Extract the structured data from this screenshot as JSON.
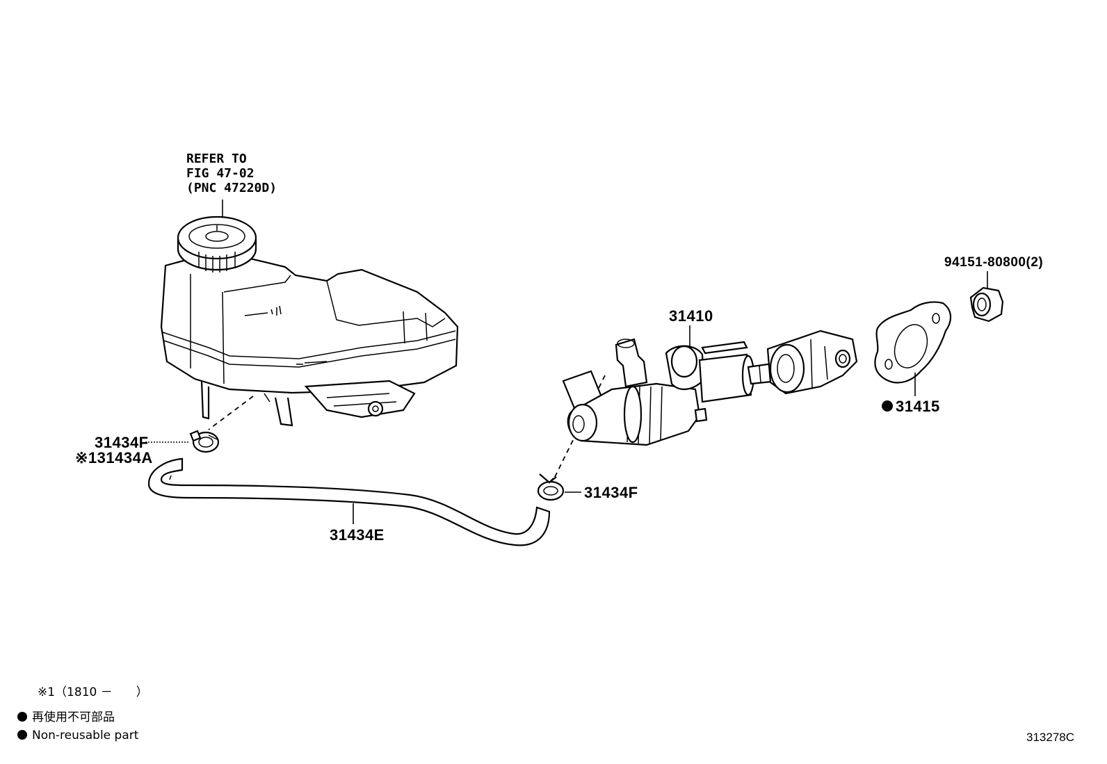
{
  "refer_note": {
    "line1": "REFER TO",
    "line2": "FIG 47-02",
    "line3": "(PNC 47220D)"
  },
  "part_labels": {
    "master_cylinder": "31410",
    "gasket": "31415",
    "nut": "94151-80800(2)",
    "clip_upper": "31434F",
    "clip_upper_alt": "※131434A",
    "clip_lower": "31434F",
    "hose": "31434E"
  },
  "footnotes": {
    "date_note": "※1（1810 －　　）",
    "nonreusable_jp": "再使用不可部品",
    "nonreusable_en": "Non-reusable part"
  },
  "figure_code": "313278C"
}
